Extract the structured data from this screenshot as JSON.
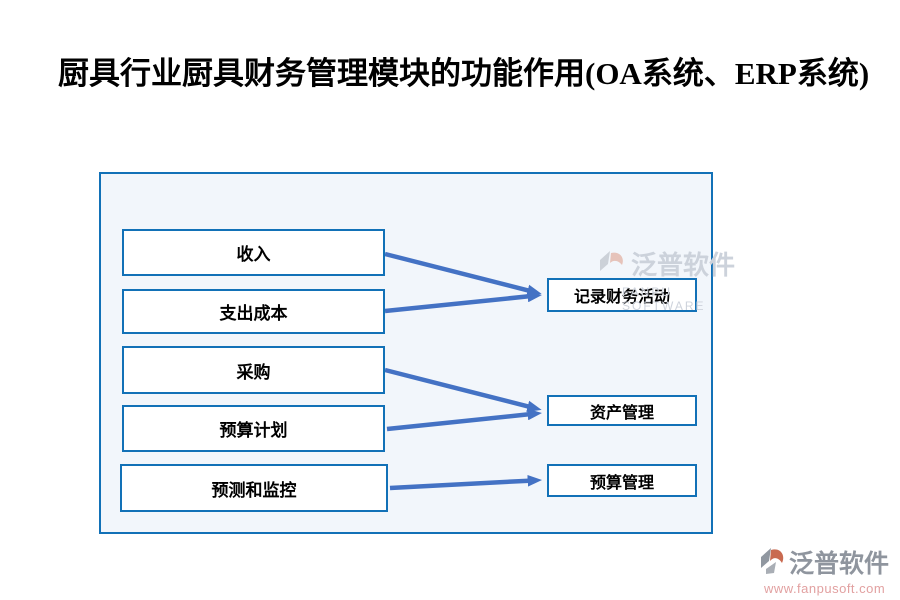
{
  "page": {
    "title": "厨具行业厨具财务管理模块的功能作用(OA系统、ERP系统)"
  },
  "diagram": {
    "left_boxes": [
      {
        "label": "收入"
      },
      {
        "label": "支出成本"
      },
      {
        "label": "采购"
      },
      {
        "label": "预算计划"
      },
      {
        "label": "预测和监控"
      }
    ],
    "right_boxes": [
      {
        "label": "记录财务活动"
      },
      {
        "label": "资产管理"
      },
      {
        "label": "预算管理"
      }
    ],
    "connections": [
      {
        "from": "收入",
        "to": "记录财务活动"
      },
      {
        "from": "支出成本",
        "to": "记录财务活动"
      },
      {
        "from": "采购",
        "to": "资产管理"
      },
      {
        "from": "预算计划",
        "to": "资产管理"
      },
      {
        "from": "预测和监控",
        "to": "预算管理"
      }
    ]
  },
  "watermark": {
    "brand": "泛普软件",
    "subtext": "FANPU SOFTWARE"
  },
  "footer_logo": {
    "brand": "泛普软件",
    "url": "www.fanpusoft.com"
  },
  "colors": {
    "frame_border": "#1271b7",
    "frame_background": "#f2f6fb",
    "node_border": "#1271b7",
    "arrow": "#4472c4",
    "logo_gray": "#8f959e",
    "logo_red": "#c96a50",
    "url_pink": "#e2a1a1"
  }
}
